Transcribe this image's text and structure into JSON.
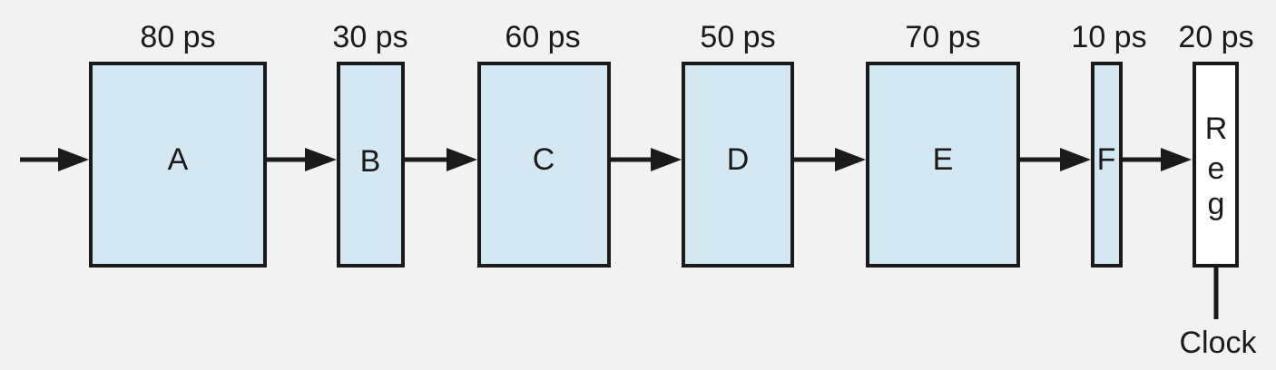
{
  "colors": {
    "background": "#f2f2f3",
    "stage_fill": "#d3e8f3",
    "register_fill": "#ffffff",
    "stroke": "#1a1a1a"
  },
  "stages": [
    {
      "name": "A",
      "delay": "80 ps"
    },
    {
      "name": "B",
      "delay": "30 ps"
    },
    {
      "name": "C",
      "delay": "60 ps"
    },
    {
      "name": "D",
      "delay": "50 ps"
    },
    {
      "name": "E",
      "delay": "70 ps"
    },
    {
      "name": "F",
      "delay": "10 ps"
    }
  ],
  "register": {
    "label_letters": [
      "R",
      "e",
      "g"
    ],
    "delay": "20 ps"
  },
  "clock_label": "Clock"
}
